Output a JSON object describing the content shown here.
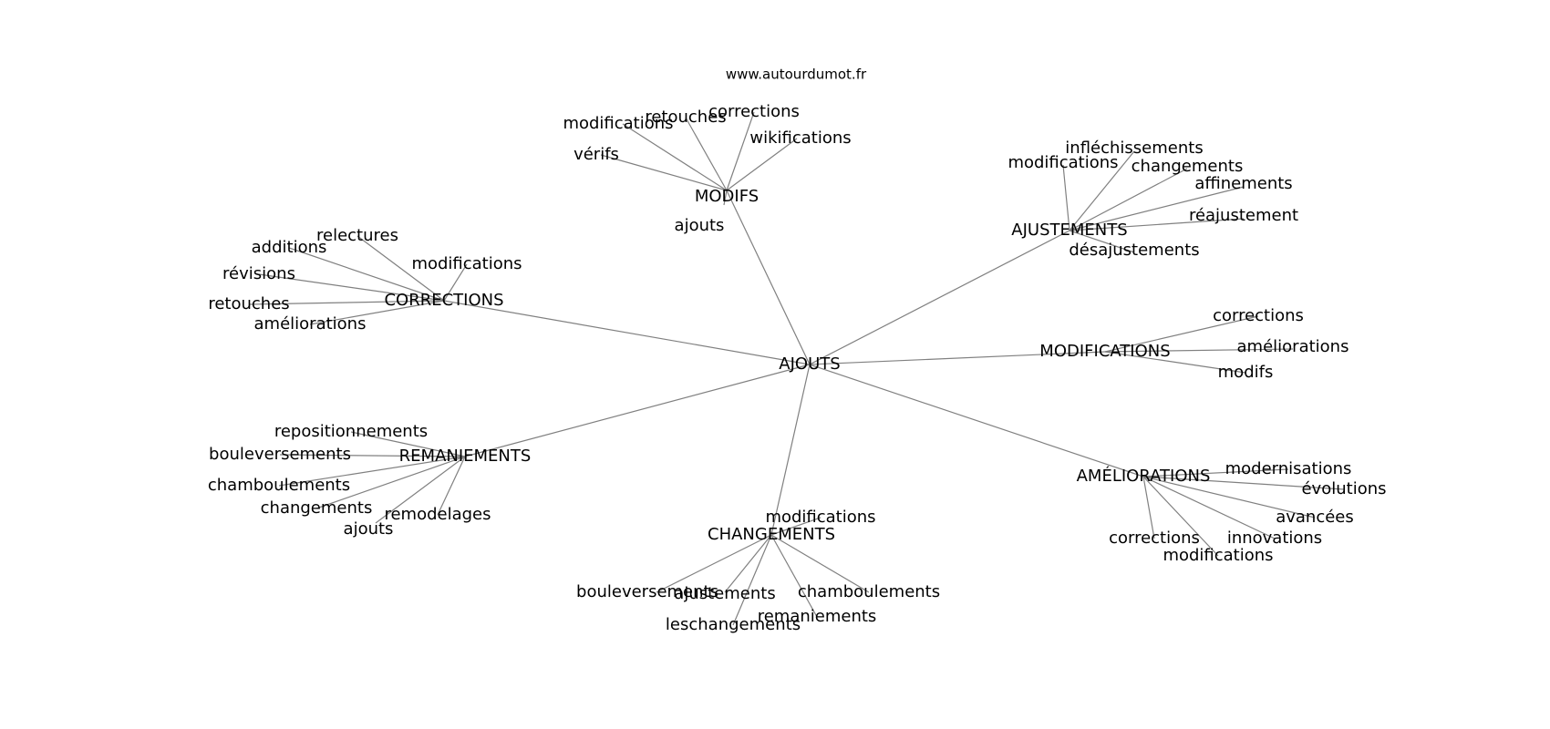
{
  "source_label": "www.autourdumot.fr",
  "graph": {
    "root": "AJOUTS",
    "clusters": [
      {
        "label": "MODIFS",
        "words": [
          "modifications",
          "retouches",
          "corrections",
          "wikifications",
          "vérifs",
          "ajouts"
        ]
      },
      {
        "label": "AJUSTEMENTS",
        "words": [
          "infléchissements",
          "modifications",
          "changements",
          "affinements",
          "réajustement",
          "désajustements"
        ]
      },
      {
        "label": "CORRECTIONS",
        "words": [
          "relectures",
          "additions",
          "modifications",
          "révisions",
          "retouches",
          "améliorations"
        ]
      },
      {
        "label": "MODIFICATIONS",
        "words": [
          "corrections",
          "améliorations",
          "modifs"
        ]
      },
      {
        "label": "REMANIEMENTS",
        "words": [
          "repositionnements",
          "bouleversements",
          "chamboulements",
          "changements",
          "remodelages",
          "ajouts"
        ]
      },
      {
        "label": "AMÉLIORATIONS",
        "words": [
          "modernisations",
          "évolutions",
          "avancées",
          "innovations",
          "corrections",
          "modifications"
        ]
      },
      {
        "label": "CHANGEMENTS",
        "words": [
          "modifications",
          "bouleversements",
          "ajustements",
          "chamboulements",
          "remaniements",
          "leschangements"
        ]
      }
    ]
  }
}
